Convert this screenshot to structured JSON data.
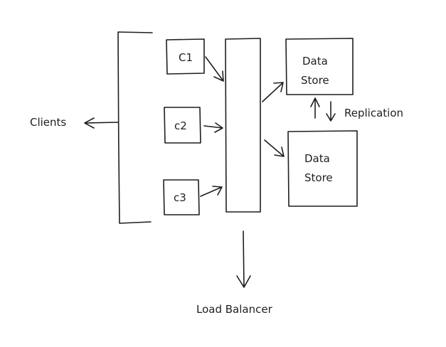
{
  "diagram": {
    "clients_label": "Clients",
    "load_balancer_label": "Load Balancer",
    "replication_label": "Replication",
    "clients": [
      {
        "label": "C1"
      },
      {
        "label": "c2"
      },
      {
        "label": "c3"
      }
    ],
    "data_stores": [
      {
        "line1": "Data",
        "line2": "Store"
      },
      {
        "line1": "Data",
        "line2": "Store"
      }
    ]
  }
}
